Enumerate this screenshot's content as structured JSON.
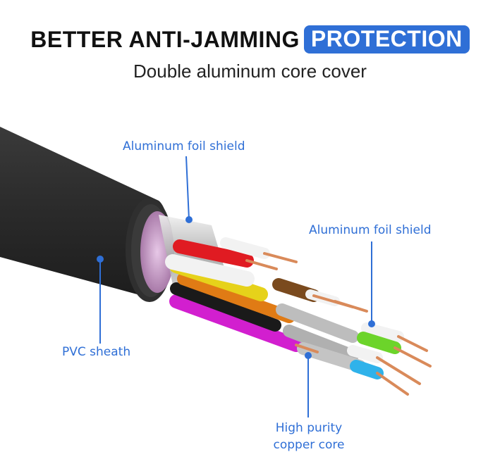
{
  "header": {
    "title_prefix": "BETTER ANTI-JAMMING",
    "title_highlight": "PROTECTION",
    "subtitle": "Double aluminum core cover"
  },
  "callouts": {
    "outer_shield": "Aluminum foil shield",
    "inner_shield": "Aluminum foil shield",
    "sheath": "PVC sheath",
    "copper_line1": "High purity",
    "copper_line2": "copper core"
  },
  "colors": {
    "accent": "#2f6fd6",
    "sheath": "#2b2b2b",
    "foil_outer": "#c9a0c9",
    "wire_red": "#e01b22",
    "wire_white": "#f2f2f2",
    "wire_yellow": "#e6d21a",
    "wire_brown": "#7a4a1e",
    "wire_orange": "#e07b15",
    "wire_green": "#6cd42a",
    "wire_blue": "#2fb2ea",
    "wire_magenta": "#d21fcf",
    "copper": "#d98a5a"
  }
}
